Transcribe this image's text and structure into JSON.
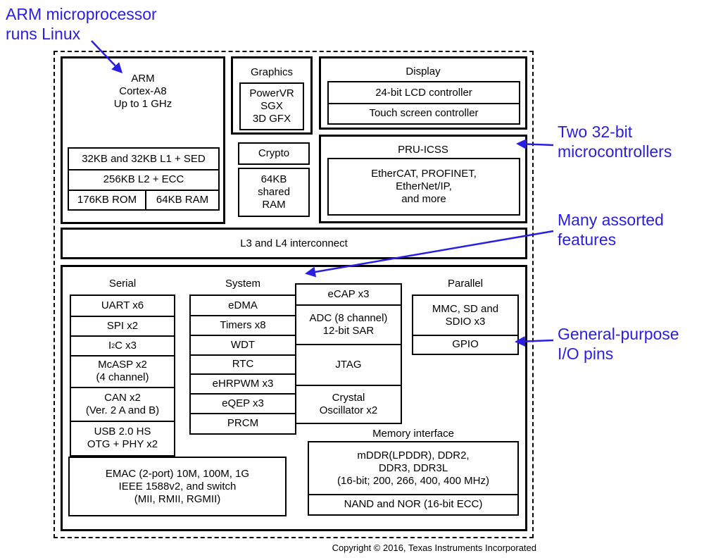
{
  "annotations": {
    "arm": "ARM microprocessor\nruns Linux",
    "pru": "Two 32-bit\nmicrocontrollers",
    "features": "Many assorted\nfeatures",
    "gpio": "General-purpose\nI/O pins"
  },
  "cpu": {
    "title": "ARM\nCortex-A8\nUp to 1 GHz",
    "l1": "32KB and 32KB L1 + SED",
    "l2": "256KB L2  + ECC",
    "rom": "176KB ROM",
    "ram": "64KB RAM"
  },
  "graphics": {
    "title": "Graphics",
    "body": "PowerVR\nSGX\n3D GFX"
  },
  "crypto": "Crypto",
  "shared_ram": "64KB\nshared\nRAM",
  "display": {
    "title": "Display",
    "lcd": "24-bit LCD controller",
    "touch": "Touch screen controller"
  },
  "pru": {
    "title": "PRU-ICSS",
    "body": "EtherCAT, PROFINET,\nEtherNet/IP,\nand more"
  },
  "interconnect": "L3 and L4 interconnect",
  "serial": {
    "title": "Serial",
    "uart": "UART x6",
    "spi": "SPI x2",
    "i2c_pre": "I",
    "i2c_sup": "2",
    "i2c_post": "C x3",
    "mcasp": "McASP x2\n(4 channel)",
    "can": "CAN x2\n(Ver. 2 A and B)",
    "usb": "USB 2.0 HS\nOTG + PHY x2",
    "emac": "EMAC (2-port) 10M, 100M, 1G\nIEEE 1588v2, and switch\n(MII, RMII, RGMII)"
  },
  "system": {
    "title": "System",
    "left": [
      "eDMA",
      "Timers x8",
      "WDT",
      "RTC",
      "eHRPWM x3",
      "eQEP x3",
      "PRCM"
    ],
    "ecap": "eCAP x3",
    "adc": "ADC (8 channel)\n12-bit SAR",
    "jtag": "JTAG",
    "crystal": "Crystal\nOscillator x2"
  },
  "parallel": {
    "title": "Parallel",
    "mmc": "MMC, SD and\nSDIO x3",
    "gpio": "GPIO"
  },
  "memory": {
    "title": "Memory interface",
    "ddr": "mDDR(LPDDR), DDR2,\nDDR3, DDR3L\n(16-bit; 200, 266, 400, 400 MHz)",
    "nand": "NAND and NOR (16-bit ECC)"
  },
  "copyright": "Copyright © 2016, Texas Instruments Incorporated",
  "colors": {
    "annotation": "#2a1ee0",
    "line": "#000000"
  }
}
